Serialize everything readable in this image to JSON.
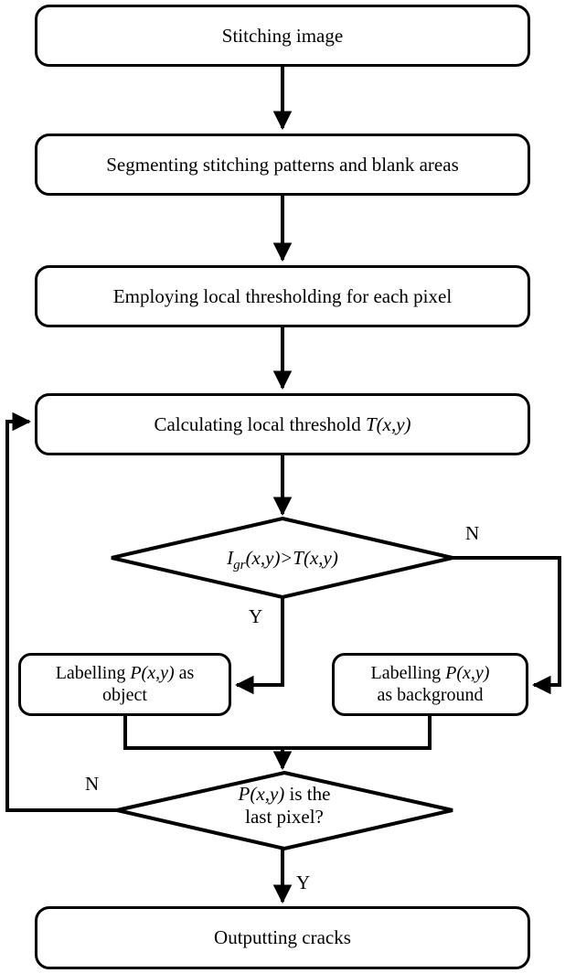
{
  "diagram": {
    "title": "Crack segmentation flowchart",
    "type": "flowchart",
    "stroke_color": "#000000",
    "background_color": "#ffffff",
    "nodes": [
      {
        "id": "n1",
        "shape": "rounded-rectangle",
        "text": "Stitching image"
      },
      {
        "id": "n2",
        "shape": "rounded-rectangle",
        "text": "Segmenting stitching patterns and blank areas"
      },
      {
        "id": "n3",
        "shape": "rounded-rectangle",
        "text": "Employing local thresholding for each pixel"
      },
      {
        "id": "n4",
        "shape": "rounded-rectangle",
        "text_prefix": "Calculating local threshold ",
        "symbol": "T",
        "args": "(x,y)"
      },
      {
        "id": "d1",
        "shape": "diamond",
        "symbol": "I",
        "subscript": "gr",
        "args_left": "(x,y)",
        "operator": ">",
        "symbol2": "T",
        "args_right": "(x,y)"
      },
      {
        "id": "n5",
        "shape": "rounded-rectangle",
        "line1_prefix": "Labelling ",
        "symbol": "P",
        "args": "(x,y)",
        "line1_suffix": " as",
        "line2": "object"
      },
      {
        "id": "n6",
        "shape": "rounded-rectangle",
        "line1_prefix": "Labelling ",
        "symbol": "P",
        "args": "(x,y)",
        "line1_suffix": "",
        "line2": "as background"
      },
      {
        "id": "d2",
        "shape": "diamond",
        "symbol": "P",
        "args": "(x,y)",
        "line1_suffix": " is the",
        "line2": "last pixel?"
      },
      {
        "id": "n7",
        "shape": "rounded-rectangle",
        "text": "Outputting cracks"
      }
    ],
    "edge_labels": {
      "d1_no": "N",
      "d1_yes": "Y",
      "d2_no": "N",
      "d2_yes": "Y"
    }
  }
}
